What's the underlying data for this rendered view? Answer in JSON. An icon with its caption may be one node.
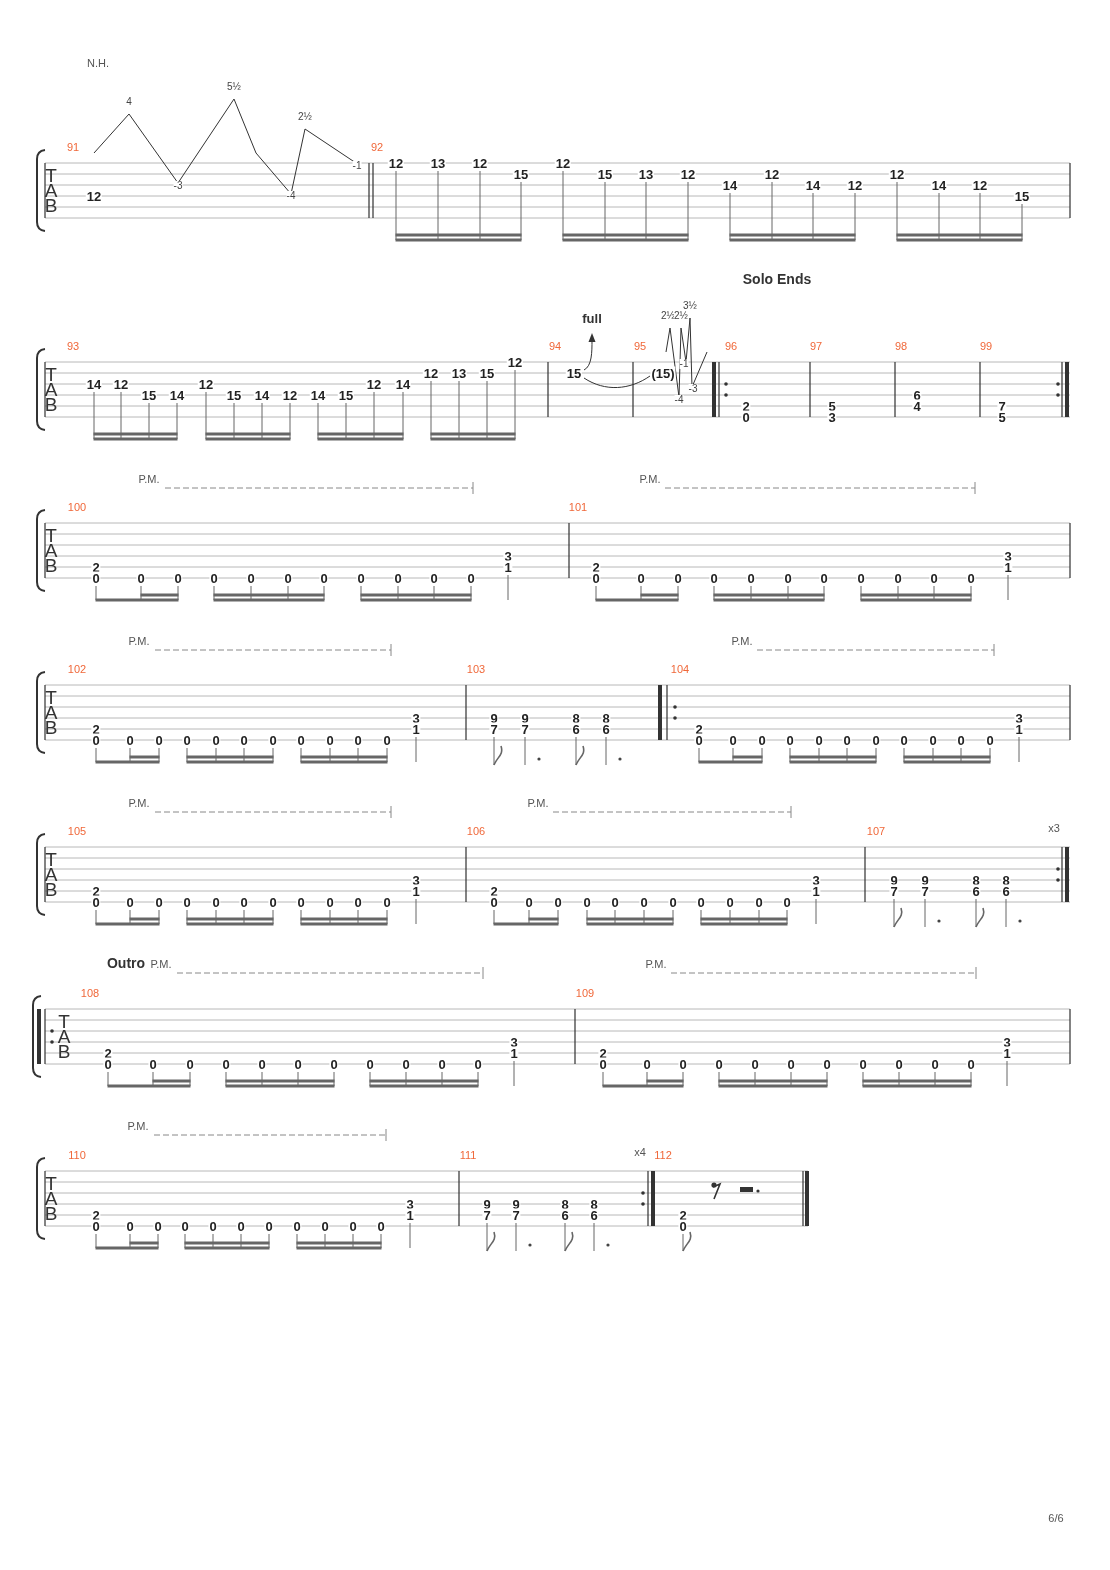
{
  "diagram": {
    "labels": [
      "N.H.",
      "T",
      "A",
      "B",
      "91",
      "12",
      "4",
      "-3",
      "5½",
      "-4",
      "2½",
      "-1",
      "92",
      "12",
      "13",
      "12",
      "15",
      "12",
      "15",
      "13",
      "12",
      "14",
      "12",
      "14",
      "12",
      "12",
      "14",
      "12",
      "15",
      "Solo Ends",
      "full",
      "2½",
      "2½",
      "3½",
      "T",
      "A",
      "B",
      "93",
      "14",
      "12",
      "15",
      "14",
      "12",
      "15",
      "14",
      "12",
      "14",
      "15",
      "12",
      "14",
      "12",
      "13",
      "15",
      "12",
      "94",
      "15",
      "95",
      "(15)",
      "-1",
      "-3",
      "-4",
      "96",
      "2",
      "0",
      "97",
      "5",
      "3",
      "98",
      "6",
      "4",
      "99",
      "7",
      "5",
      "P.M.",
      "P.M.",
      "T",
      "A",
      "B",
      "100",
      "2",
      "0",
      "0",
      "0",
      "0",
      "0",
      "0",
      "0",
      "0",
      "0",
      "0",
      "0",
      "3",
      "1",
      "101",
      "2",
      "0",
      "0",
      "0",
      "0",
      "0",
      "0",
      "0",
      "0",
      "0",
      "0",
      "0",
      "3",
      "1",
      "P.M.",
      "P.M.",
      "T",
      "A",
      "B",
      "102",
      "2",
      "0",
      "0",
      "0",
      "0",
      "0",
      "0",
      "0",
      "0",
      "0",
      "0",
      "0",
      "3",
      "1",
      "103",
      "9",
      "7",
      "9",
      "7",
      "8",
      "6",
      "8",
      "6",
      "104",
      "2",
      "0",
      "0",
      "0",
      "0",
      "0",
      "0",
      "0",
      "0",
      "0",
      "0",
      "0",
      "3",
      "1",
      "P.M.",
      "P.M.",
      "x3",
      "T",
      "A",
      "B",
      "105",
      "2",
      "0",
      "0",
      "0",
      "0",
      "0",
      "0",
      "0",
      "0",
      "0",
      "0",
      "0",
      "3",
      "1",
      "106",
      "2",
      "0",
      "0",
      "0",
      "0",
      "0",
      "0",
      "0",
      "0",
      "0",
      "0",
      "0",
      "3",
      "1",
      "107",
      "9",
      "7",
      "9",
      "7",
      "8",
      "6",
      "8",
      "6",
      "Outro",
      "P.M.",
      "P.M.",
      "T",
      "A",
      "B",
      "108",
      "2",
      "0",
      "0",
      "0",
      "0",
      "0",
      "0",
      "0",
      "0",
      "0",
      "0",
      "0",
      "3",
      "1",
      "109",
      "2",
      "0",
      "0",
      "0",
      "0",
      "0",
      "0",
      "0",
      "0",
      "0",
      "0",
      "0",
      "3",
      "1",
      "P.M.",
      "x4",
      "T",
      "A",
      "B",
      "110",
      "2",
      "0",
      "0",
      "0",
      "0",
      "0",
      "0",
      "0",
      "0",
      "0",
      "0",
      "0",
      "3",
      "1",
      "111",
      "9",
      "7",
      "9",
      "7",
      "8",
      "6",
      "8",
      "6",
      "112",
      "2",
      "0",
      "6/6"
    ]
  }
}
